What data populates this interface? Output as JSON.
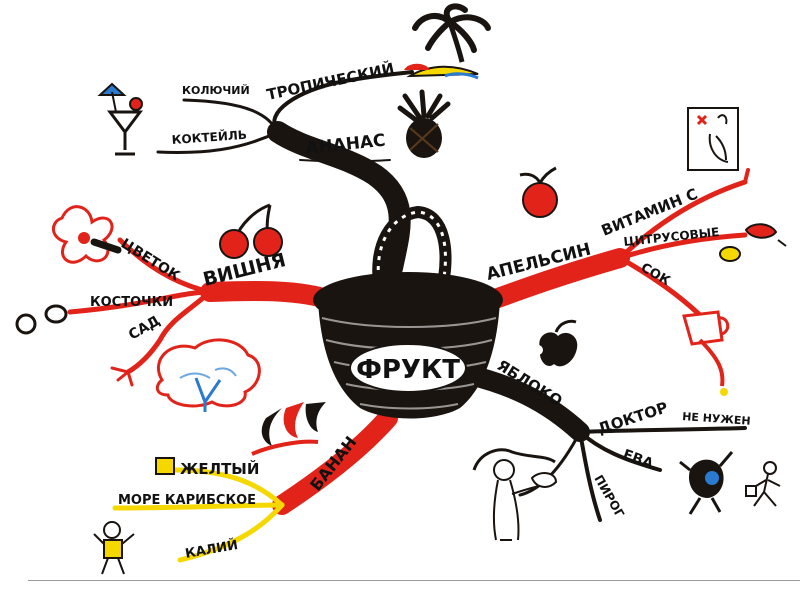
{
  "center": "ФРУКТ",
  "colors": {
    "black": "#1a1410",
    "red": "#e2231a",
    "yellow": "#f5d800",
    "brown": "#5a3a1a"
  },
  "branches": {
    "ananas": {
      "label": "АНАНАС",
      "sub": {
        "tropical": "ТРОПИЧЕСКИЙ",
        "thorny": "КОЛЮЧИЙ",
        "cocktail": "КОКТЕЙЛЬ"
      }
    },
    "cherry": {
      "label": "ВИШНЯ",
      "sub": {
        "flower": "ЦВЕТОК",
        "pits": "КОСТОЧКИ",
        "garden": "САД"
      }
    },
    "orange": {
      "label": "АПЕЛЬСИН",
      "sub": {
        "vitamin": "ВИТАМИН С",
        "citrus": "ЦИТРУСОВЫЕ",
        "juice": "СОК"
      }
    },
    "apple": {
      "label": "ЯБЛОКО",
      "sub": {
        "doctor": "ДОКТОР",
        "not_needed": "НЕ НУЖЕН",
        "eve": "ЕВА",
        "pie": "ПИРОГ"
      }
    },
    "banana": {
      "label": "БАНАН",
      "sub": {
        "yellow": "ЖЕЛТЫЙ",
        "caribbean": "МОРЕ КАРИБСКОЕ",
        "potassium": "КАЛИЙ"
      }
    }
  },
  "icons": [
    "palm-island-icon",
    "cocktail-glass-icon",
    "pineapple-icon",
    "cherries-icon",
    "flower-icon",
    "peanut-icon",
    "tree-icon",
    "orange-fruit-icon",
    "doctor-note-icon",
    "citrus-slices-icon",
    "juice-pitcher-icon",
    "apple-bitten-icon",
    "banana-bunch-icon",
    "yellow-square-icon",
    "stick-figure-icon",
    "eve-figure-icon",
    "running-figures-icon",
    "basket-icon"
  ]
}
